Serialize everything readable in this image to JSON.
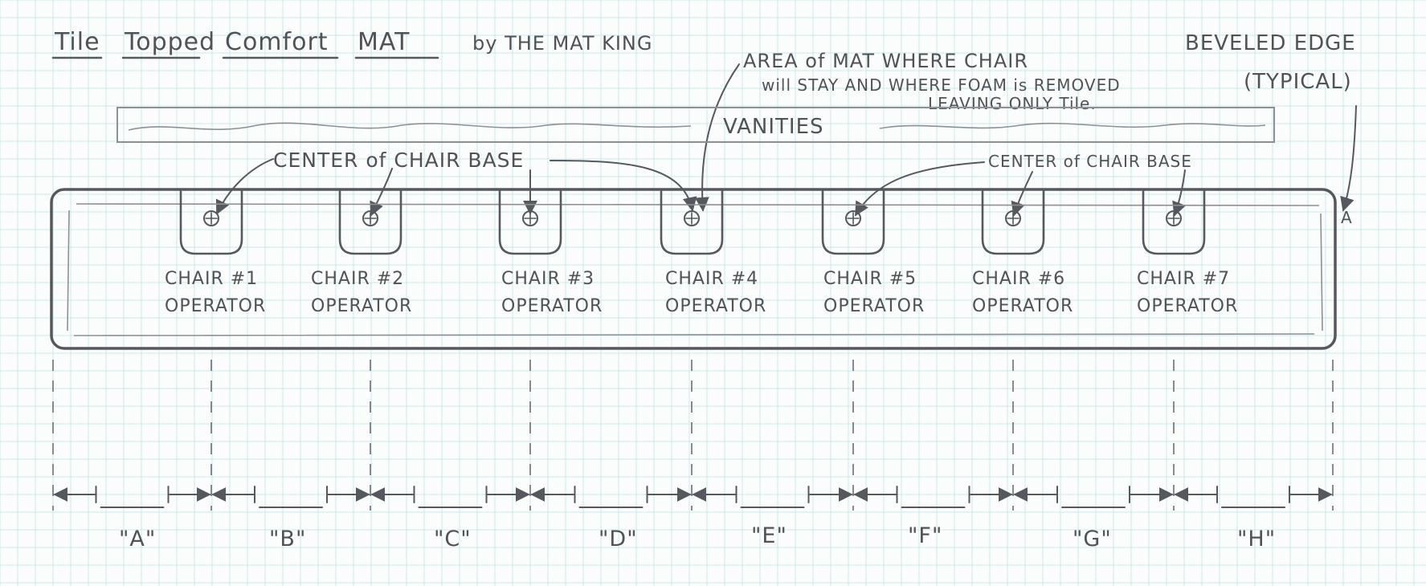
{
  "title": {
    "words": [
      "Tile",
      "Topped",
      "Comfort",
      "MAT"
    ],
    "byline": "by THE MAT KING"
  },
  "bevel_note": {
    "line1": "BEVELED EDGE",
    "line2": "(TYPICAL)",
    "marker": "A"
  },
  "chair_area_note": {
    "line1": "AREA of MAT WHERE CHAIR",
    "line2": "will STAY AND WHERE FOAM is REMOVED",
    "line3": "LEAVING ONLY Tile."
  },
  "vanities_label": "VANITIES",
  "center_note_left": "CENTER of CHAIR BASE",
  "center_note_right": "CENTER of CHAIR BASE",
  "chairs": [
    {
      "line1": "CHAIR #1",
      "line2": "OPERATOR"
    },
    {
      "line1": "CHAIR #2",
      "line2": "OPERATOR"
    },
    {
      "line1": "CHAIR #3",
      "line2": "OPERATOR"
    },
    {
      "line1": "CHAIR #4",
      "line2": "OPERATOR"
    },
    {
      "line1": "CHAIR #5",
      "line2": "OPERATOR"
    },
    {
      "line1": "CHAIR #6",
      "line2": "OPERATOR"
    },
    {
      "line1": "CHAIR #7",
      "line2": "OPERATOR"
    }
  ],
  "dimensions": [
    "\"A\"",
    "\"B\"",
    "\"C\"",
    "\"D\"",
    "\"E\"",
    "\"F\"",
    "\"G\"",
    "\"H\""
  ],
  "colors": {
    "paper": "#fbfdfd",
    "grid": "#cde8ec",
    "pencil": "#505256"
  }
}
